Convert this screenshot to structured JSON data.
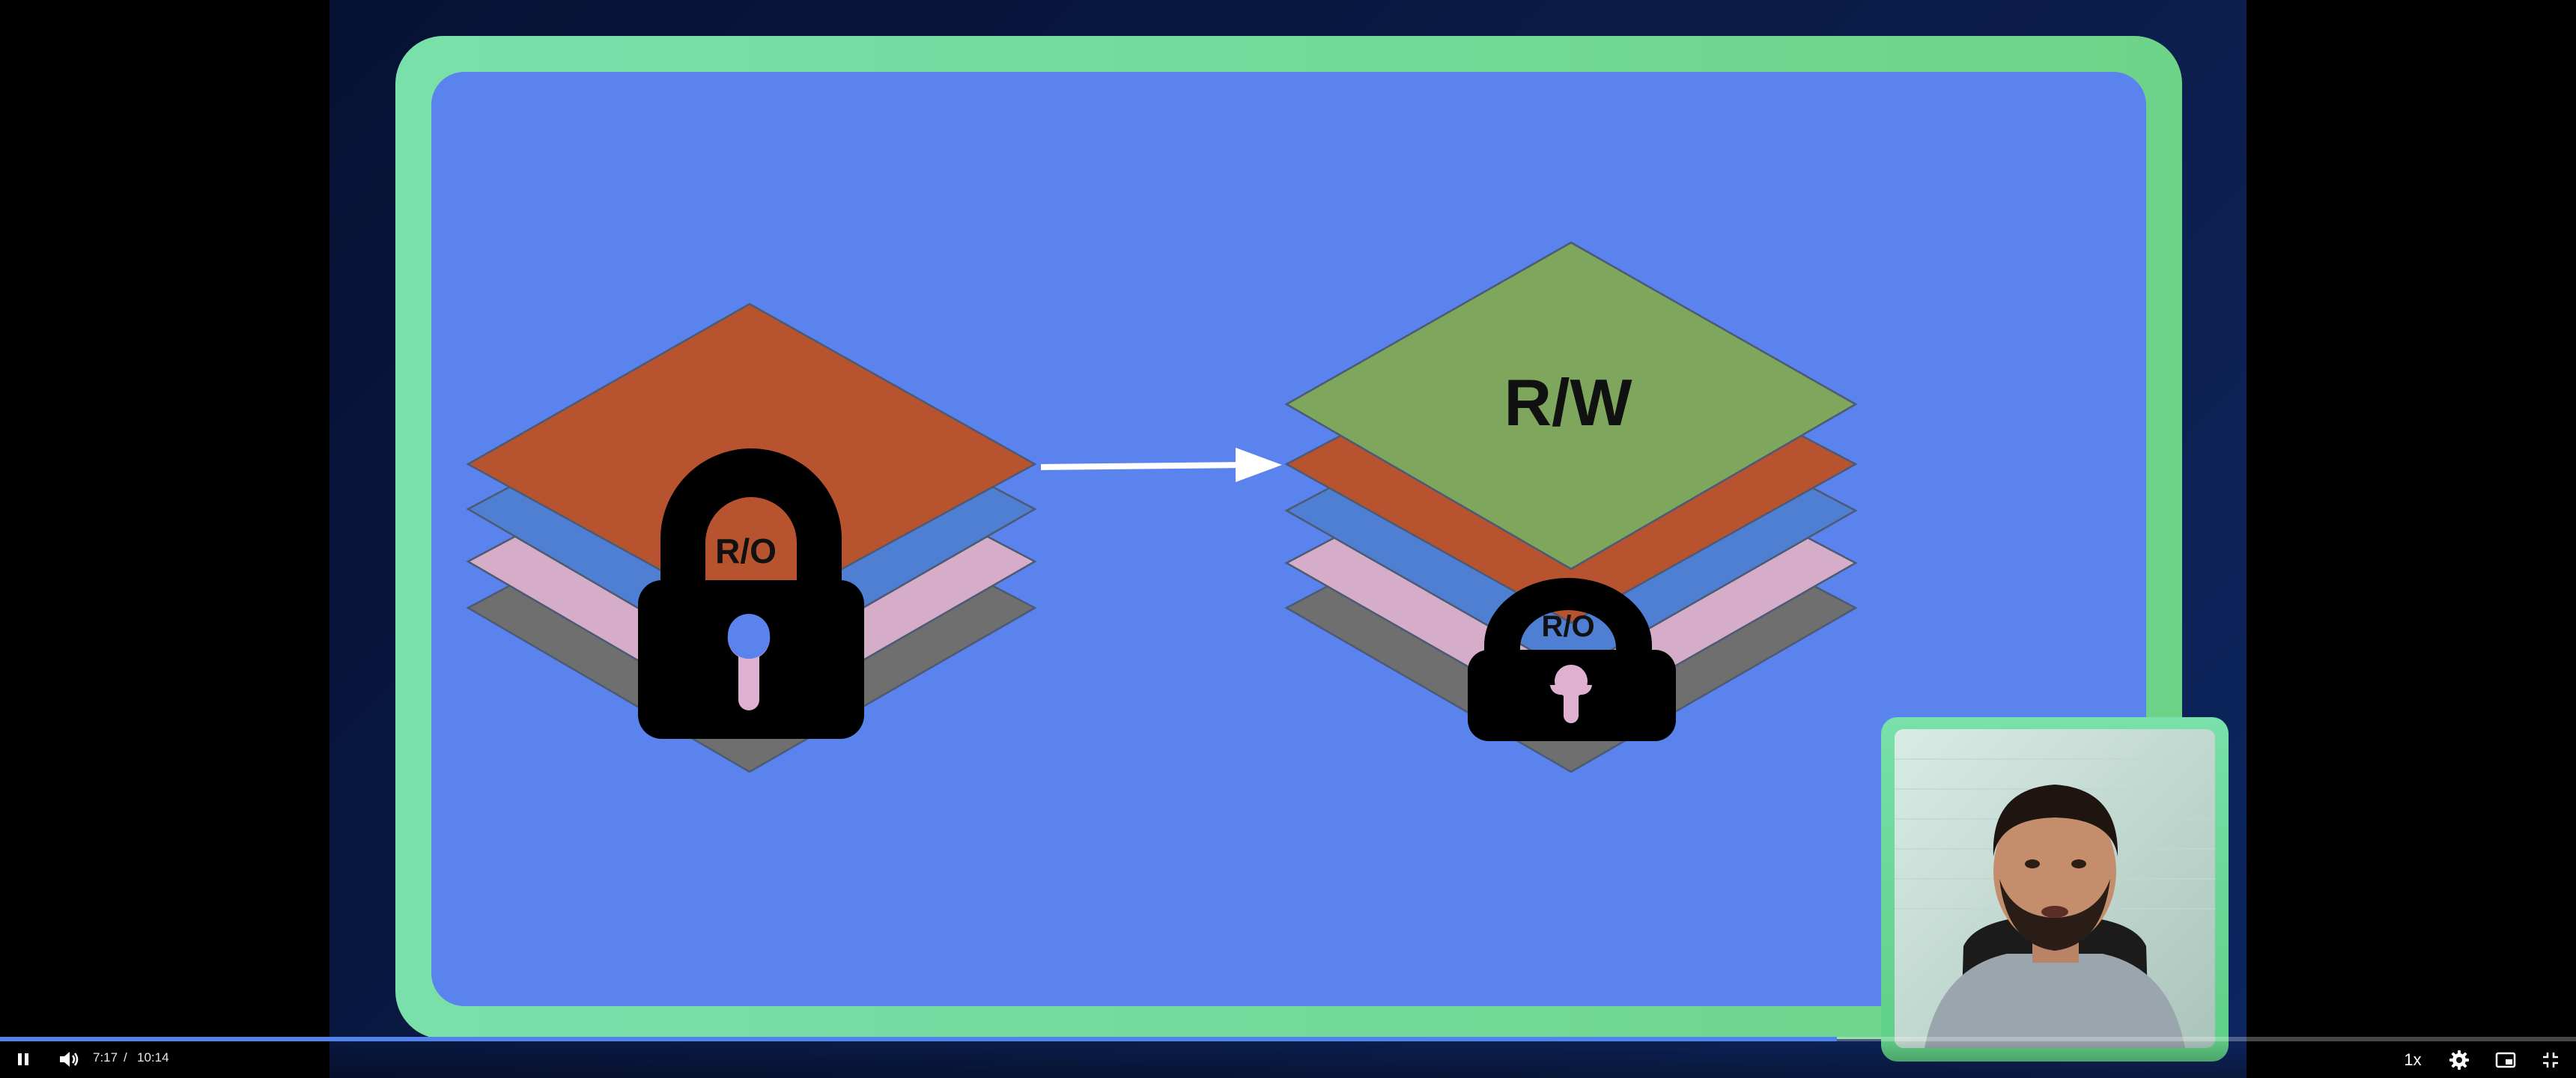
{
  "player": {
    "current_time": "7:17",
    "separator": "/",
    "duration": "10:14",
    "progress_fraction": 0.713,
    "speed_label": "1x"
  },
  "slide": {
    "left_stack": {
      "lock_label": "R/O"
    },
    "right_stack": {
      "top_label": "R/W",
      "lock_label": "R/O"
    }
  },
  "colors": {
    "slide_background": "#5b83ee",
    "slide_border": "#72d99a",
    "layer_orange": "#b85330",
    "layer_blue": "#4f7fd2",
    "layer_pink": "#d6adc8",
    "layer_gray": "#6f6f6f",
    "layer_green": "#7ea65c",
    "progress": "#4f83ee"
  },
  "icons": {
    "pause": "pause-icon",
    "volume": "volume-icon",
    "settings": "gear-icon",
    "miniplayer": "miniplayer-icon",
    "exit_fullscreen": "exit-fullscreen-icon"
  }
}
